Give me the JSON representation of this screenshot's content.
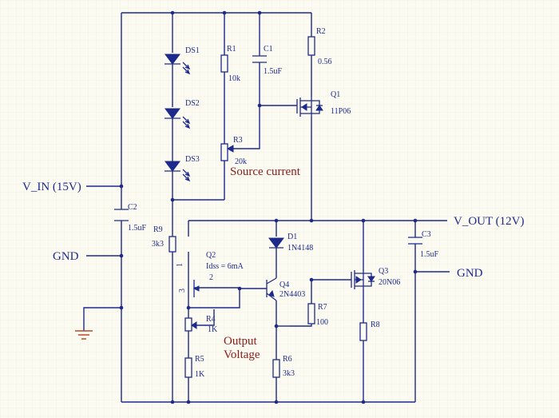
{
  "nets": {
    "vin": "V_IN (15V)",
    "gnd_left": "GND",
    "vout": "V_OUT (12V)",
    "gnd_right": "GND"
  },
  "components": {
    "ds1": {
      "ref": "DS1"
    },
    "ds2": {
      "ref": "DS2"
    },
    "ds3": {
      "ref": "DS3"
    },
    "r1": {
      "ref": "R1",
      "value": "10k"
    },
    "c1": {
      "ref": "C1",
      "value": "1.5uF"
    },
    "r2": {
      "ref": "R2",
      "value": "0.56"
    },
    "q1": {
      "ref": "Q1",
      "value": "11P06"
    },
    "r3": {
      "ref": "R3",
      "value": "20k"
    },
    "c2": {
      "ref": "C2",
      "value": "1.5uF"
    },
    "r9": {
      "ref": "R9",
      "value": "3k3"
    },
    "q2": {
      "ref": "Q2",
      "value": "Idss = 6mA",
      "pin1": "1",
      "pin2": "2",
      "pin3": "3"
    },
    "d1": {
      "ref": "D1",
      "value": "1N4148"
    },
    "q4": {
      "ref": "Q4",
      "value": "2N4403"
    },
    "q3": {
      "ref": "Q3",
      "value": "20N06"
    },
    "c3": {
      "ref": "C3",
      "value": "1.5uF"
    },
    "r4": {
      "ref": "R4",
      "value": "1K"
    },
    "r7": {
      "ref": "R7",
      "value": "100"
    },
    "r8": {
      "ref": "R8"
    },
    "r5": {
      "ref": "R5",
      "value": "1K"
    },
    "r6": {
      "ref": "R6",
      "value": "3k3"
    }
  },
  "notes": {
    "source_current": "Source current",
    "output_voltage_1": "Output",
    "output_voltage_2": "Voltage"
  },
  "colors": {
    "wire": "#1d2a8c",
    "note": "#8b1a1a",
    "ground": "#b54b2a",
    "background": "#fcfbf2"
  }
}
